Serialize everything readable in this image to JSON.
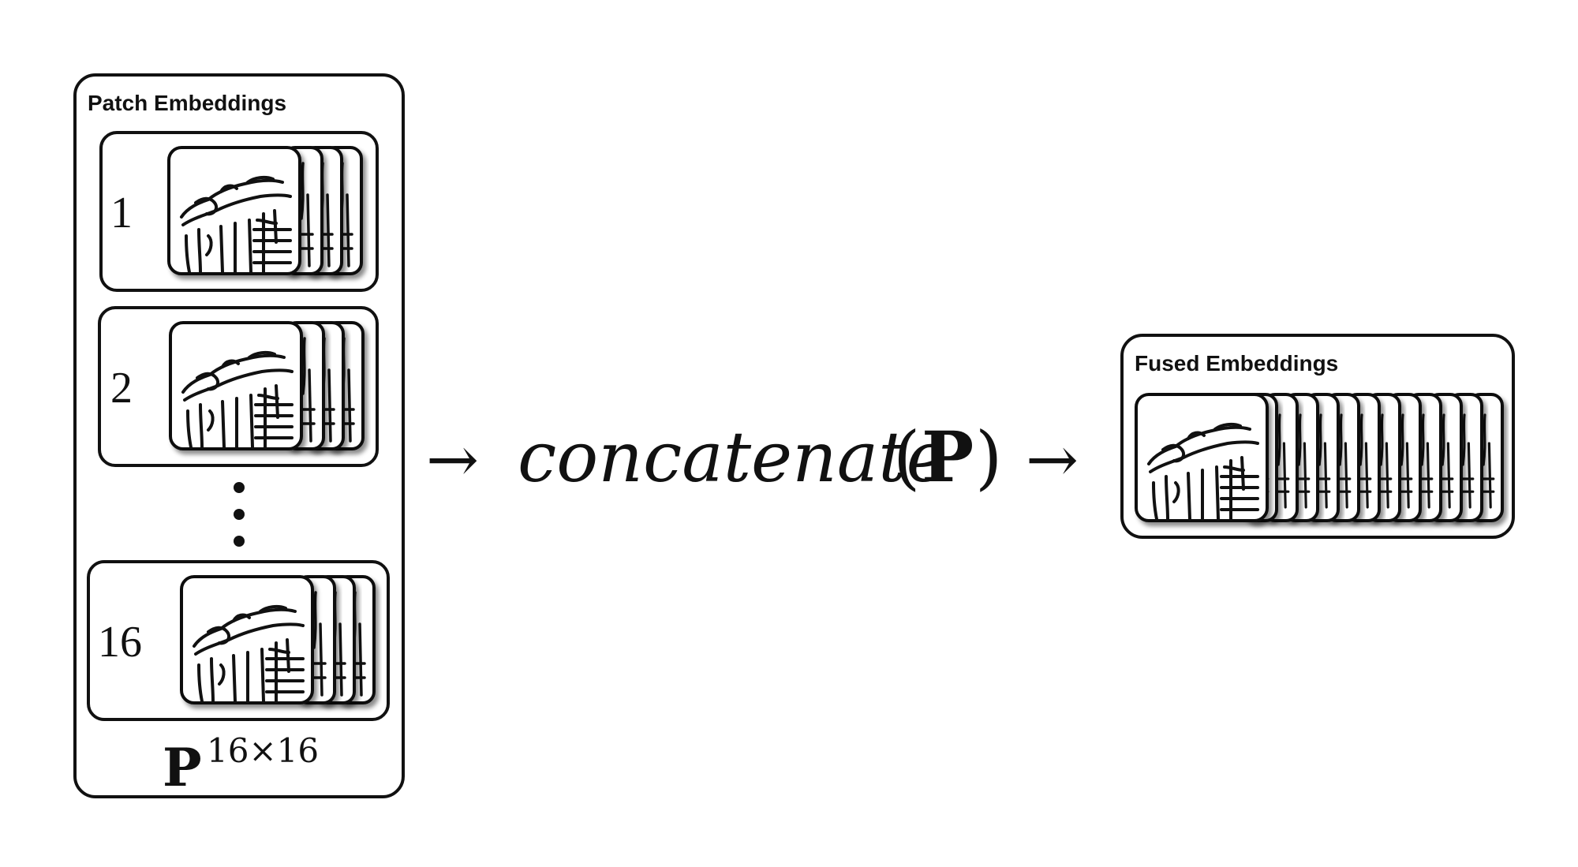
{
  "left_panel": {
    "title": "Patch Embeddings",
    "rows": [
      {
        "index": "1"
      },
      {
        "index": "2"
      },
      {
        "index": "16"
      }
    ],
    "caption_base": "P",
    "caption_superscript": "16×16"
  },
  "operation": {
    "arrow_left": "→",
    "function": "concatenate",
    "open_paren": "(",
    "argument": "P",
    "close_paren": ")",
    "arrow_right": "→"
  },
  "right_panel": {
    "title": "Fused Embeddings"
  }
}
